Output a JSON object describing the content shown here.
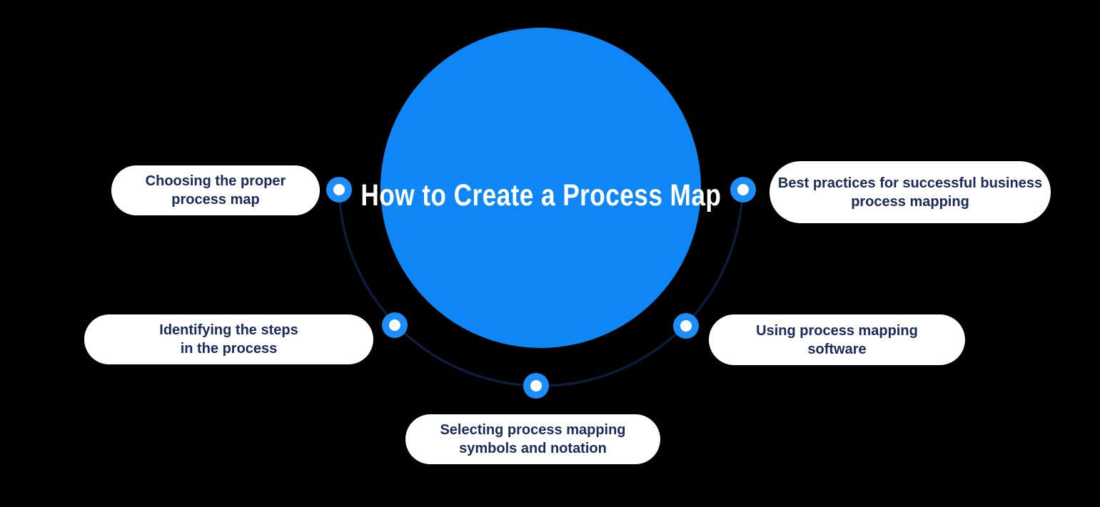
{
  "diagram": {
    "title": {
      "line1": "How to Create a",
      "line2": "Process Map"
    },
    "nodes": [
      {
        "id": "choosing-proper-process-map",
        "line1": "Choosing the proper",
        "line2": "process map"
      },
      {
        "id": "identifying-steps-in-process",
        "line1": "Identifying the steps",
        "line2": "in the process"
      },
      {
        "id": "selecting-symbols-notation",
        "line1": "Selecting process mapping",
        "line2": "symbols and notation"
      },
      {
        "id": "using-mapping-software",
        "line1": "Using process mapping",
        "line2": "software"
      },
      {
        "id": "best-practices-business-mapping",
        "line1": "Best practices for successful business",
        "line2": "process mapping"
      }
    ],
    "colors": {
      "background": "#000000",
      "circle_fill": "#0E86F6",
      "node_ring": "#1B8EF9",
      "node_center": "#FFFFFF",
      "connector": "#0D1D40",
      "label_bg": "#FFFFFF",
      "label_text": "#1A2A5B",
      "title_text": "#FFFFFF"
    }
  }
}
